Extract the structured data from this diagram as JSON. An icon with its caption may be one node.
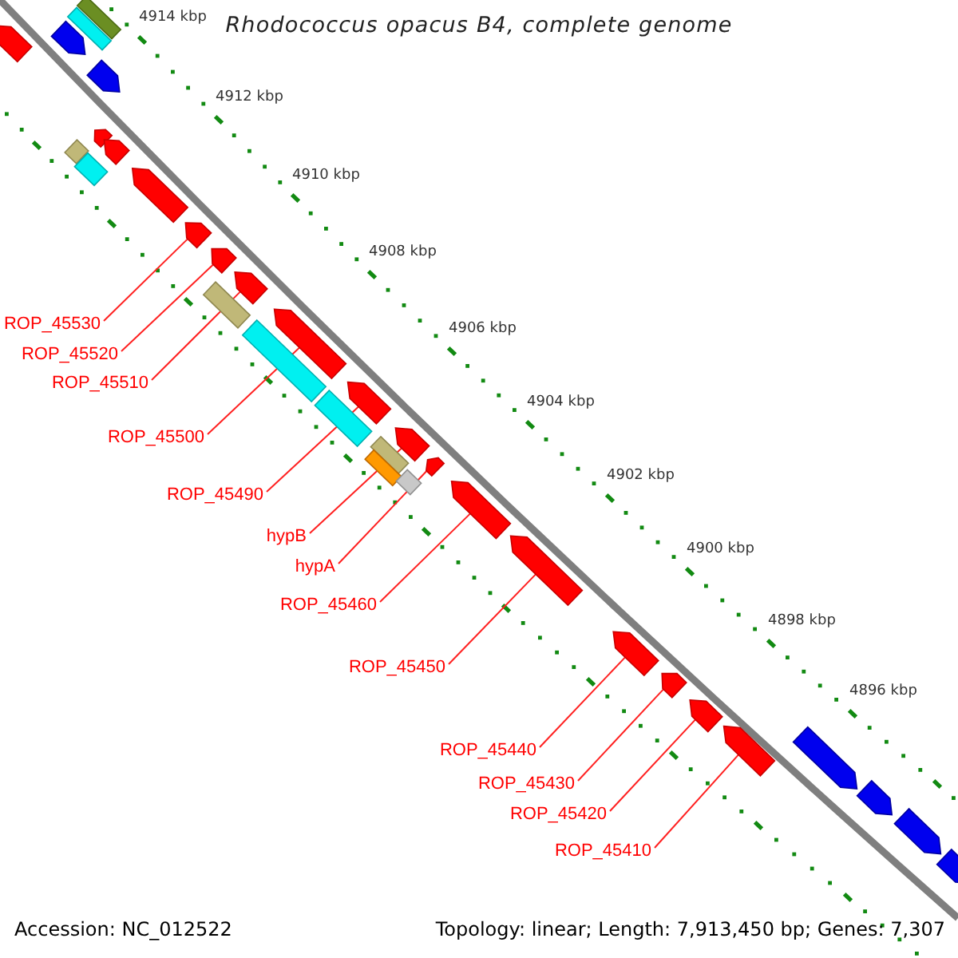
{
  "diagram": {
    "title": "Rhodococcus opacus B4, complete genome",
    "nodes": [
      {
        "text": [
          "ROP_45530"
        ]
      },
      {
        "text": [
          "ROP_45520"
        ]
      },
      {
        "text": [
          "ROP_45510"
        ]
      },
      {
        "text": [
          "ROP_45500"
        ]
      },
      {
        "text": [
          "ROP_45490"
        ]
      },
      {
        "text": [
          "hypB"
        ]
      },
      {
        "text": [
          "hypA"
        ]
      },
      {
        "text": [
          "ROP_45460"
        ]
      },
      {
        "text": [
          "ROP_45450"
        ]
      },
      {
        "text": [
          "ROP_45440"
        ]
      },
      {
        "text": [
          "ROP_45430"
        ]
      },
      {
        "text": [
          "ROP_45420"
        ]
      },
      {
        "text": [
          "ROP_45410"
        ]
      },
      {
        "text": [],
        "shape": "bar"
      },
      {
        "text": [],
        "shape": "bar"
      },
      {
        "text": [],
        "shape": "arrow"
      },
      {
        "text": [],
        "shape": "arrow"
      },
      {
        "text": [],
        "shape": "arrow"
      },
      {
        "text": [],
        "shape": "arrow"
      },
      {
        "text": [],
        "shape": "bar"
      },
      {
        "text": [],
        "shape": "bar"
      },
      {
        "text": [],
        "shape": "arrow"
      },
      {
        "text": [],
        "shape": "arrow"
      },
      {
        "text": [],
        "shape": "arrow"
      },
      {
        "text": [],
        "shape": "arrow"
      },
      {
        "text": [],
        "shape": "arrow"
      },
      {
        "text": [],
        "shape": "bar"
      },
      {
        "text": [],
        "shape": "arrow"
      },
      {
        "text": [],
        "shape": "bar"
      },
      {
        "text": [],
        "shape": "arrow"
      },
      {
        "text": [],
        "shape": "bar"
      },
      {
        "text": [],
        "shape": "arrow"
      },
      {
        "text": [],
        "shape": "bar"
      },
      {
        "text": [],
        "shape": "bar"
      },
      {
        "text": [],
        "shape": "arrow"
      },
      {
        "text": [],
        "shape": "bar"
      },
      {
        "text": [],
        "shape": "arrow"
      },
      {
        "text": [],
        "shape": "arrow"
      },
      {
        "text": [],
        "shape": "arrow"
      },
      {
        "text": [],
        "shape": "arrow"
      },
      {
        "text": [],
        "shape": "arrow"
      },
      {
        "text": [],
        "shape": "arrow"
      },
      {
        "text": [],
        "shape": "arrow"
      },
      {
        "text": [],
        "shape": "arrow"
      },
      {
        "text": [],
        "shape": "arrow"
      },
      {
        "text": [],
        "shape": "arrow"
      }
    ],
    "edges": [
      {
        "from": 0,
        "to": 23,
        "arrow": "none"
      },
      {
        "from": 1,
        "to": 24,
        "arrow": "none"
      },
      {
        "from": 2,
        "to": 25,
        "arrow": "none"
      },
      {
        "from": 3,
        "to": 27,
        "arrow": "none"
      },
      {
        "from": 4,
        "to": 29,
        "arrow": "none"
      },
      {
        "from": 5,
        "to": 31,
        "arrow": "none"
      },
      {
        "from": 6,
        "to": 34,
        "arrow": "none"
      },
      {
        "from": 7,
        "to": 36,
        "arrow": "none"
      },
      {
        "from": 8,
        "to": 37,
        "arrow": "none"
      },
      {
        "from": 9,
        "to": 38,
        "arrow": "none"
      },
      {
        "from": 10,
        "to": 39,
        "arrow": "none"
      },
      {
        "from": 11,
        "to": 40,
        "arrow": "none"
      },
      {
        "from": 12,
        "to": 41,
        "arrow": "none"
      }
    ],
    "labels": [
      "4914 kbp",
      "4912 kbp",
      "4910 kbp",
      "4908 kbp",
      "4906 kbp",
      "4904 kbp",
      "4902 kbp",
      "4900 kbp",
      "4898 kbp",
      "4896 kbp",
      "Accession: NC_012522",
      "Topology: linear; Length: 7,913,450 bp; Genes: 7,307"
    ]
  }
}
